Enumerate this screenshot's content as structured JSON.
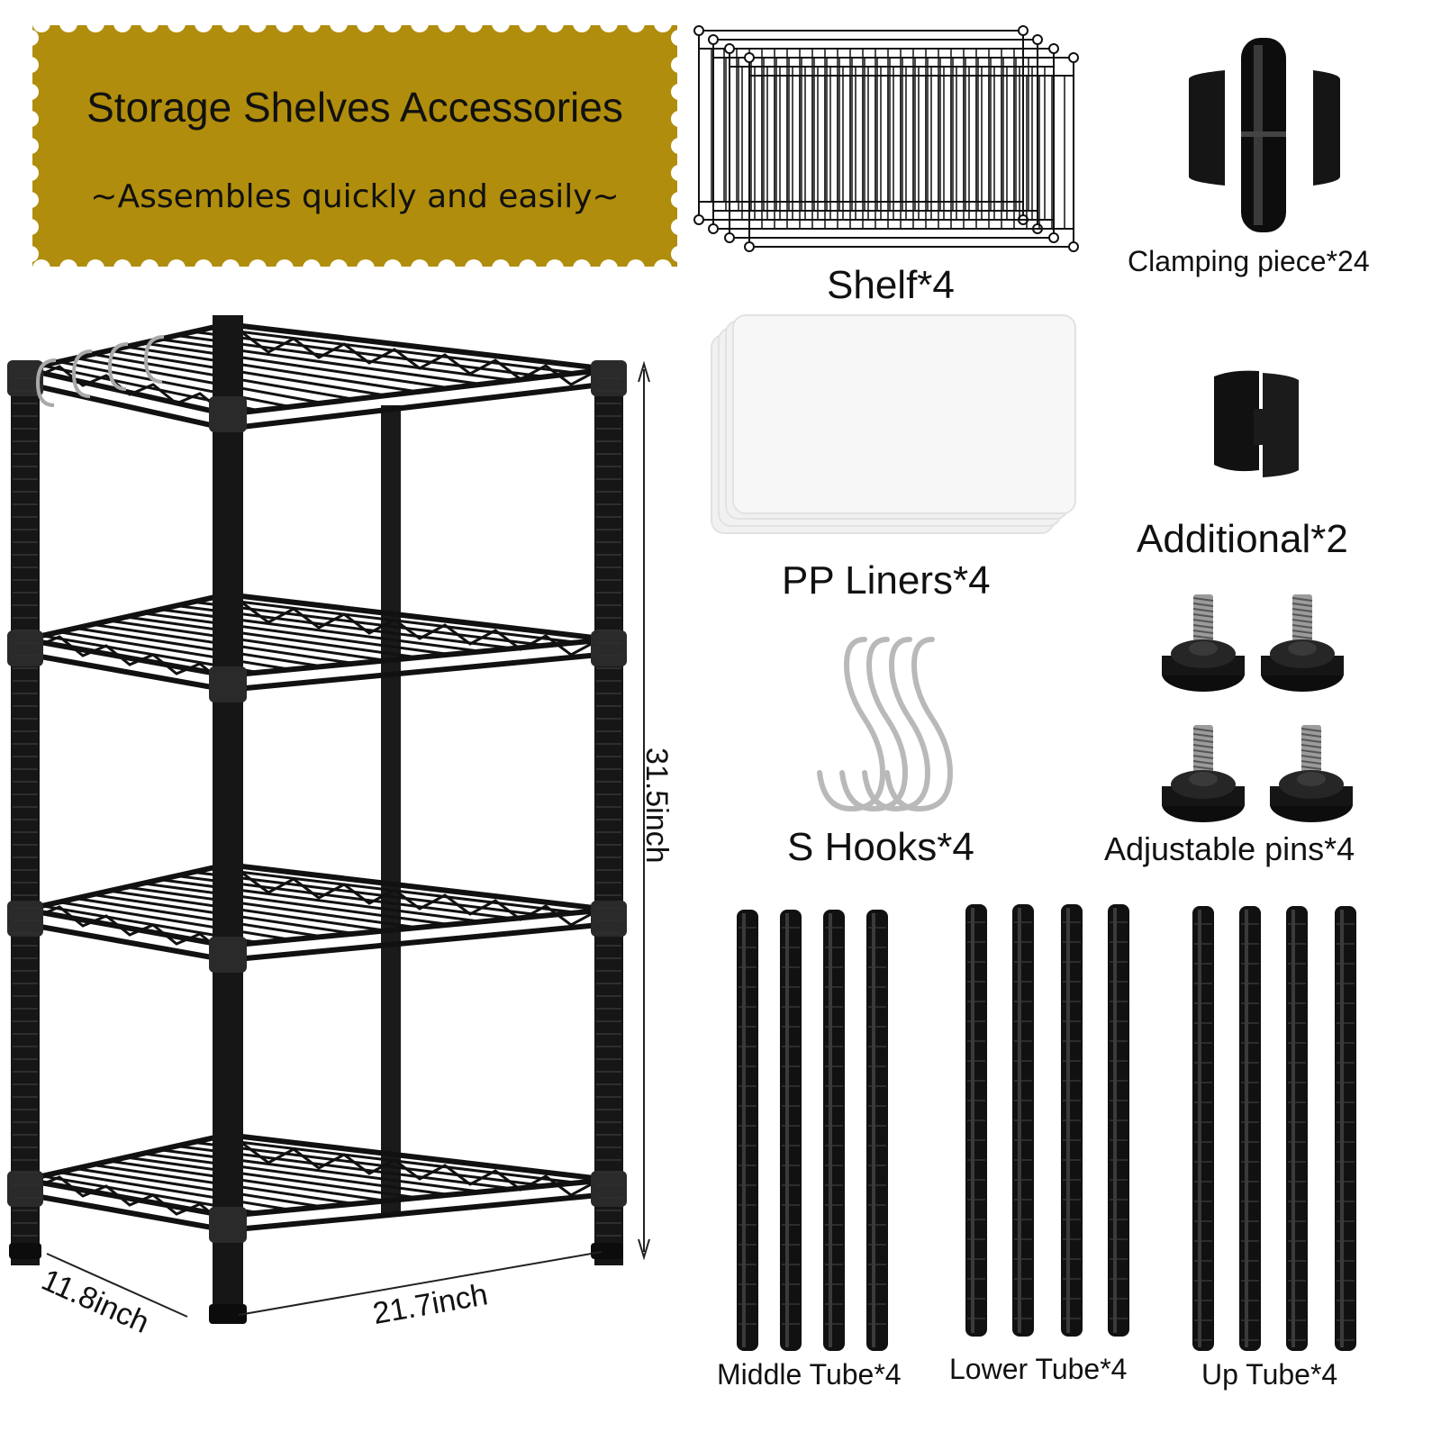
{
  "banner": {
    "title": "Storage Shelves Accessories",
    "subtitle": "~Assembles quickly and easily~",
    "color": "#b08d0c"
  },
  "dimensions": {
    "height": "31.5inch",
    "width": "21.7inch",
    "depth": "11.8inch"
  },
  "parts": {
    "shelf": "Shelf*4",
    "clamping": "Clamping piece*24",
    "liners": "PP Liners*4",
    "additional": "Additional*2",
    "hooks": "S Hooks*4",
    "pins": "Adjustable pins*4",
    "middle_tube": "Middle Tube*4",
    "lower_tube": "Lower Tube*4",
    "up_tube": "Up Tube*4"
  },
  "colors": {
    "product": "#111111",
    "liner": "#f1f1f1",
    "chrome": "#c9c9c9"
  }
}
